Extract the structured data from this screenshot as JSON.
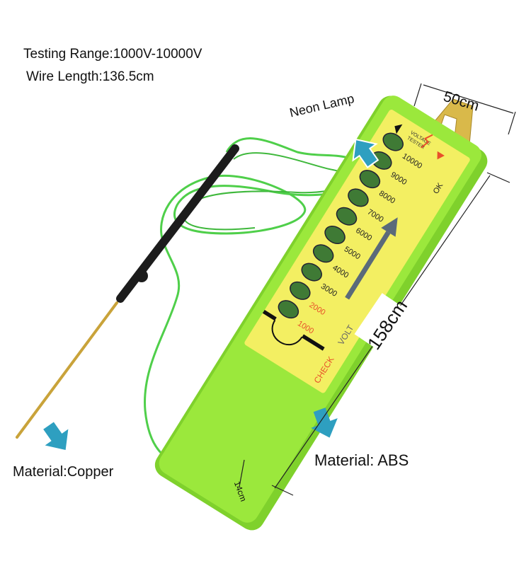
{
  "specs": {
    "testing_range": "Testing Range:1000V-10000V",
    "wire_length": "Wire Length:136.5cm"
  },
  "callouts": {
    "neon_lamp": "Neon Lamp",
    "material_probe": "Material:Copper",
    "material_body": "Material: ABS"
  },
  "dimensions": {
    "width": "50cm",
    "length": "158cm",
    "thickness": "14cm"
  },
  "device": {
    "title_line1": "VOLTAGE",
    "title_line2": "TESTER",
    "ok_label": "OK",
    "volt_label": "VOLT",
    "check_label": "CHECK",
    "levels": [
      "10000",
      "9000",
      "8000",
      "7000",
      "6000",
      "5000",
      "4000",
      "3000",
      "2000",
      "1000"
    ]
  },
  "colors": {
    "body": "#9be83c",
    "label": "#f3ef62",
    "wire": "#4fcf4a",
    "arrow": "#2e9fc0",
    "lamp": "#3f7a35",
    "red_text": "#e8502a"
  }
}
